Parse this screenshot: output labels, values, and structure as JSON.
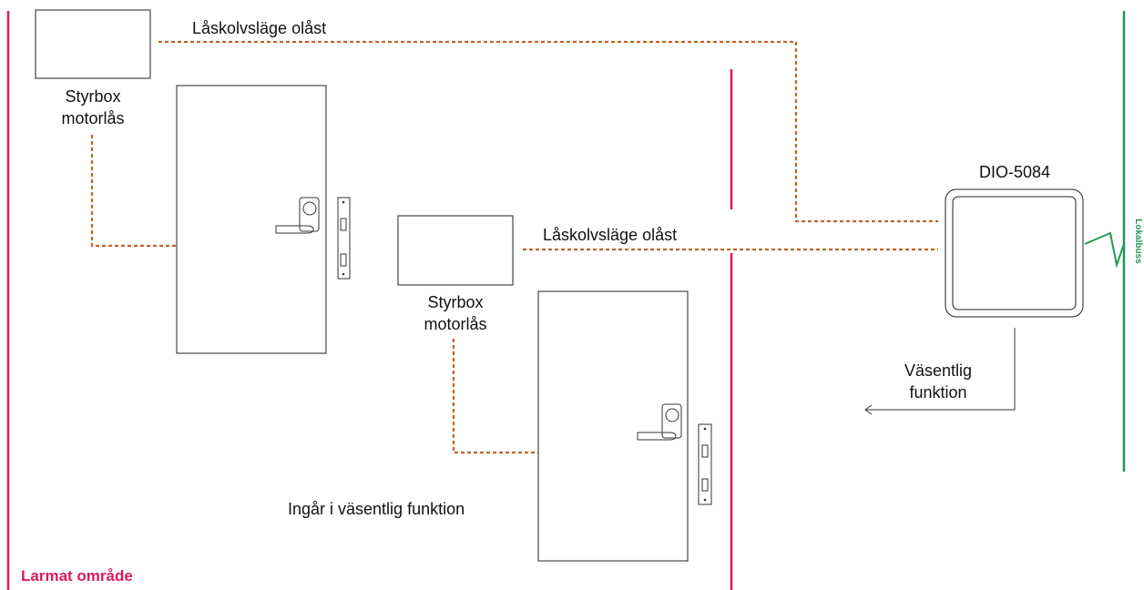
{
  "colors": {
    "alarm_zone": "#d81b60",
    "bus_line": "#1f9a4f",
    "signal_line": "#c0652a",
    "outline": "#222222"
  },
  "labels": {
    "top_signal": "Låskolvsläge olåst",
    "mid_signal": "Låskolvsläge olåst",
    "styrbox1_line1": "Styrbox",
    "styrbox1_line2": "motorlås",
    "styrbox2_line1": "Styrbox",
    "styrbox2_line2": "motorlås",
    "dio_title": "DIO-5084",
    "essential_line1": "Väsentlig",
    "essential_line2": "funktion",
    "included_note": "Ingår i väsentlig funktion",
    "alarm_area": "Larmat område",
    "local_bus": "Lokalbuss"
  },
  "icons": {
    "door_handle": "door-handle-icon",
    "strike_plate": "strike-plate-icon",
    "arrow": "arrow-left-icon"
  }
}
